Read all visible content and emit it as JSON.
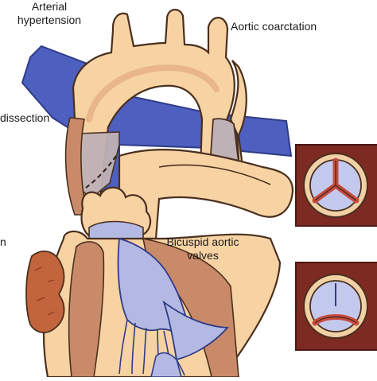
{
  "labels": {
    "arterial_hypertension_line1": "Arterial",
    "arterial_hypertension_line2": "hypertension",
    "aortic_coarctation": "Aortic coarctation",
    "dissection": "dissection",
    "bicuspid_line1": "Bicuspid aortic",
    "bicuspid_line2": "valves",
    "cut_left_n": "n"
  },
  "colors": {
    "aorta_fill": "#f7d3a4",
    "aorta_inner": "#e9b58a",
    "aorta_outline": "#4a2f1e",
    "myocardium": "#c98a6a",
    "vessel_blue": "#4d5fbf",
    "valve_lavender": "#b4b9e4",
    "shade_gray": "#bfb2b6",
    "atrium_red": "#c2643c",
    "inset_frame": "#7c2a22",
    "inset_ring": "#f1d0a6",
    "inset_leaflet": "#c3c9ec",
    "inset_commissure": "#c94a3e"
  }
}
